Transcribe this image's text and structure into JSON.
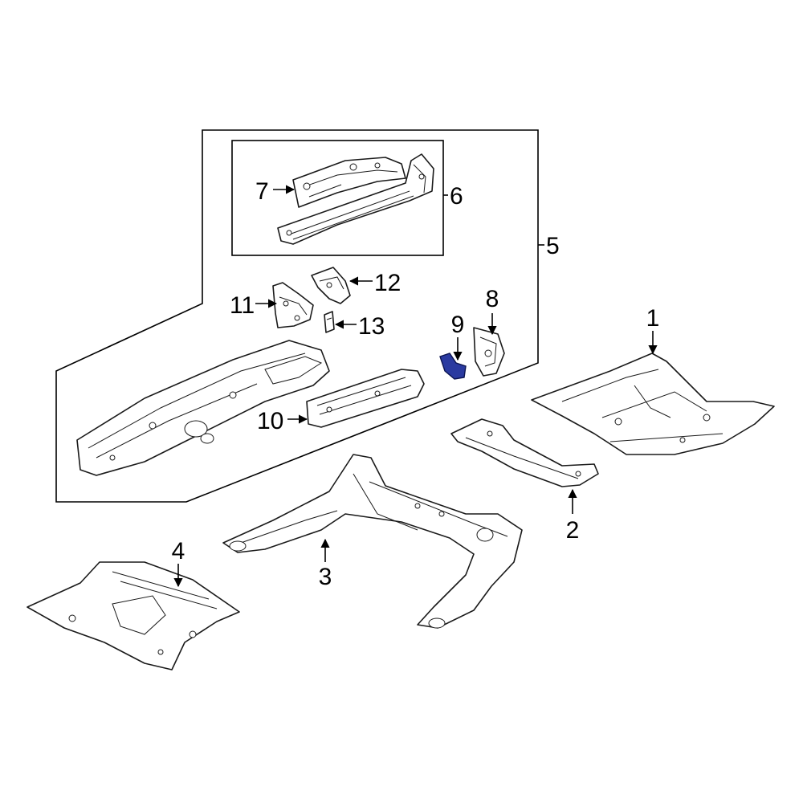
{
  "callouts": {
    "c1": "1",
    "c2": "2",
    "c3": "3",
    "c4": "4",
    "c5": "5",
    "c6": "6",
    "c7": "7",
    "c8": "8",
    "c9": "9",
    "c10": "10",
    "c11": "11",
    "c12": "12",
    "c13": "13"
  },
  "colors": {
    "highlighted_part": "#2a3aa0",
    "line_art": "#1a1a1a",
    "background": "#ffffff"
  },
  "highlighted_part_callout": "9"
}
